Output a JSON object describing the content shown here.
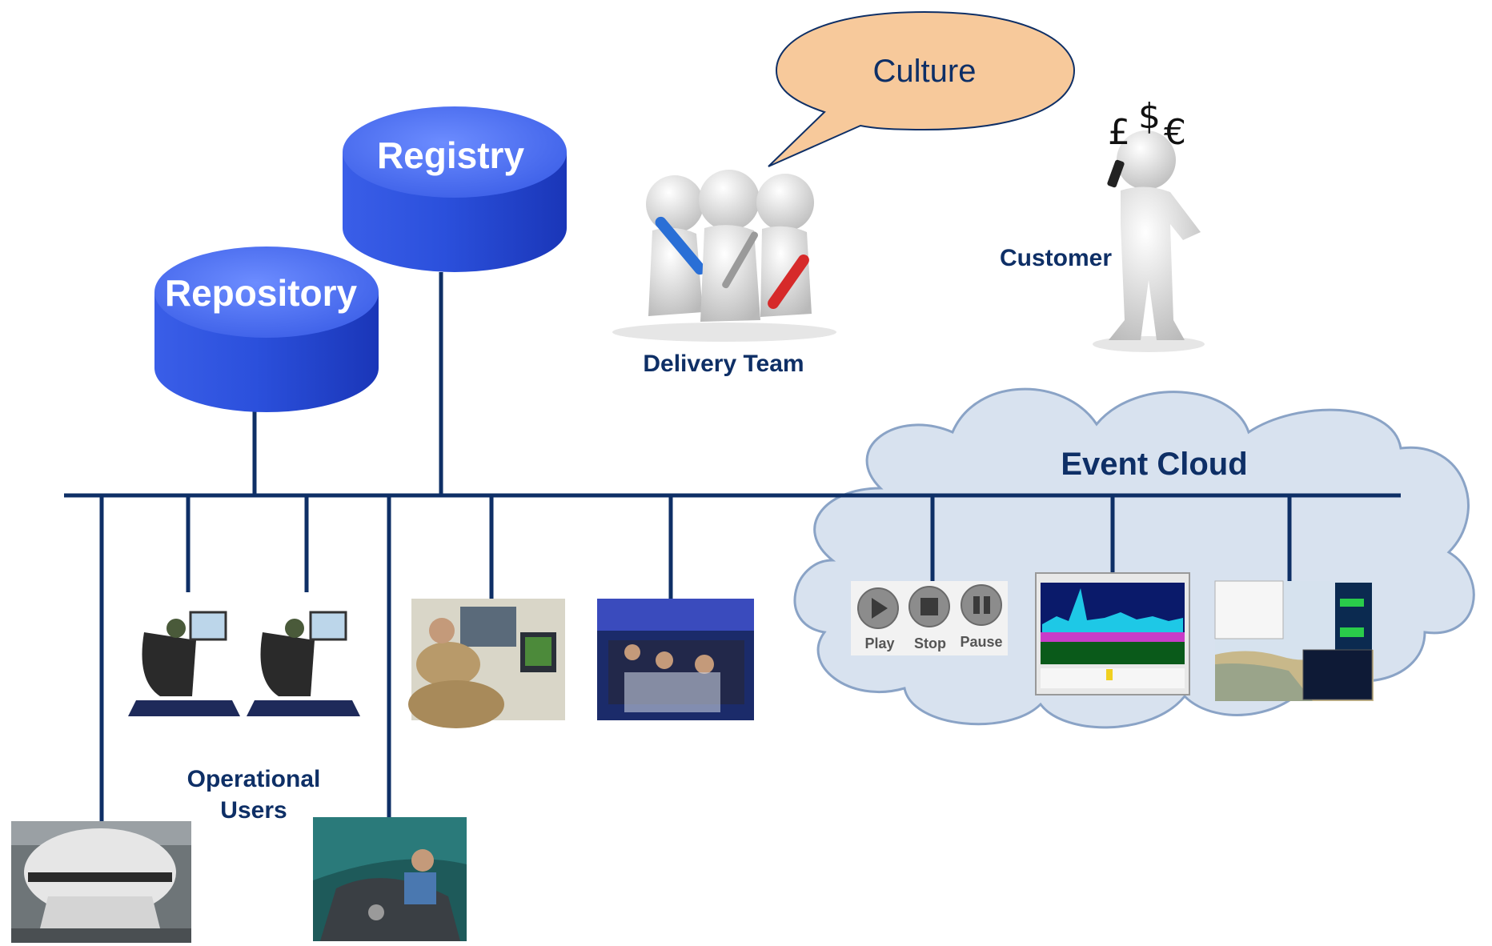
{
  "colors": {
    "bus": "#0e2f66",
    "db_top": "#4f74f0",
    "db_body": "#2c4fd6",
    "label_text": "#0e2f66",
    "cloud_fill": "#d8e2ef",
    "cloud_stroke": "#8aa3c6",
    "bubble_fill": "#f7c99b"
  },
  "databases": {
    "registry": "Registry",
    "repository": "Repository"
  },
  "speech_bubble": {
    "text": "Culture"
  },
  "delivery_team": {
    "label": "Delivery Team"
  },
  "customer": {
    "label": "Customer",
    "currency_symbols": [
      "£",
      "$",
      "€"
    ]
  },
  "event_cloud": {
    "title": "Event Cloud"
  },
  "operational_users": {
    "label_line1": "Operational",
    "label_line2": "Users"
  },
  "playback_controls": {
    "play": "Play",
    "stop": "Stop",
    "pause": "Pause"
  }
}
